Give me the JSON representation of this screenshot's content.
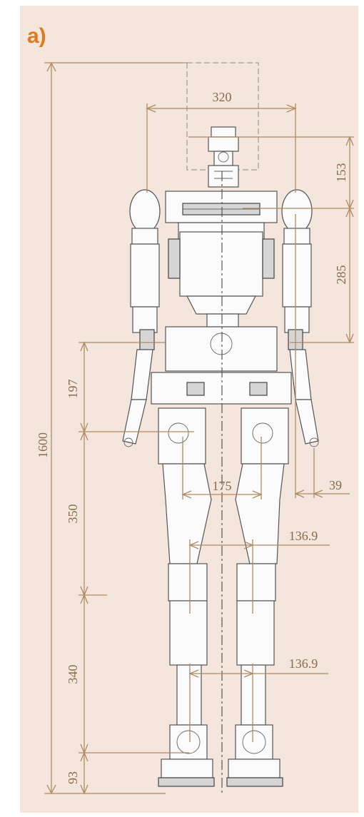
{
  "panel": {
    "letter": "a)",
    "accent_color": "#e07a1f",
    "background_color": "#f4e6dc"
  },
  "dimensions": {
    "total_height": "1600",
    "shoulder_width": "320",
    "head_height": "153",
    "torso_height": "285",
    "upper_hip_height": "197",
    "thigh_length": "350",
    "shank_length": "340",
    "ankle_height": "93",
    "hip_width": "175",
    "hand_offset": "39",
    "knee_width": "136.9",
    "ankle_width": "136.9"
  },
  "colors": {
    "dimension_line": "#b08a62",
    "dimension_text": "#8a6a4a",
    "robot_outline": "#555555"
  }
}
